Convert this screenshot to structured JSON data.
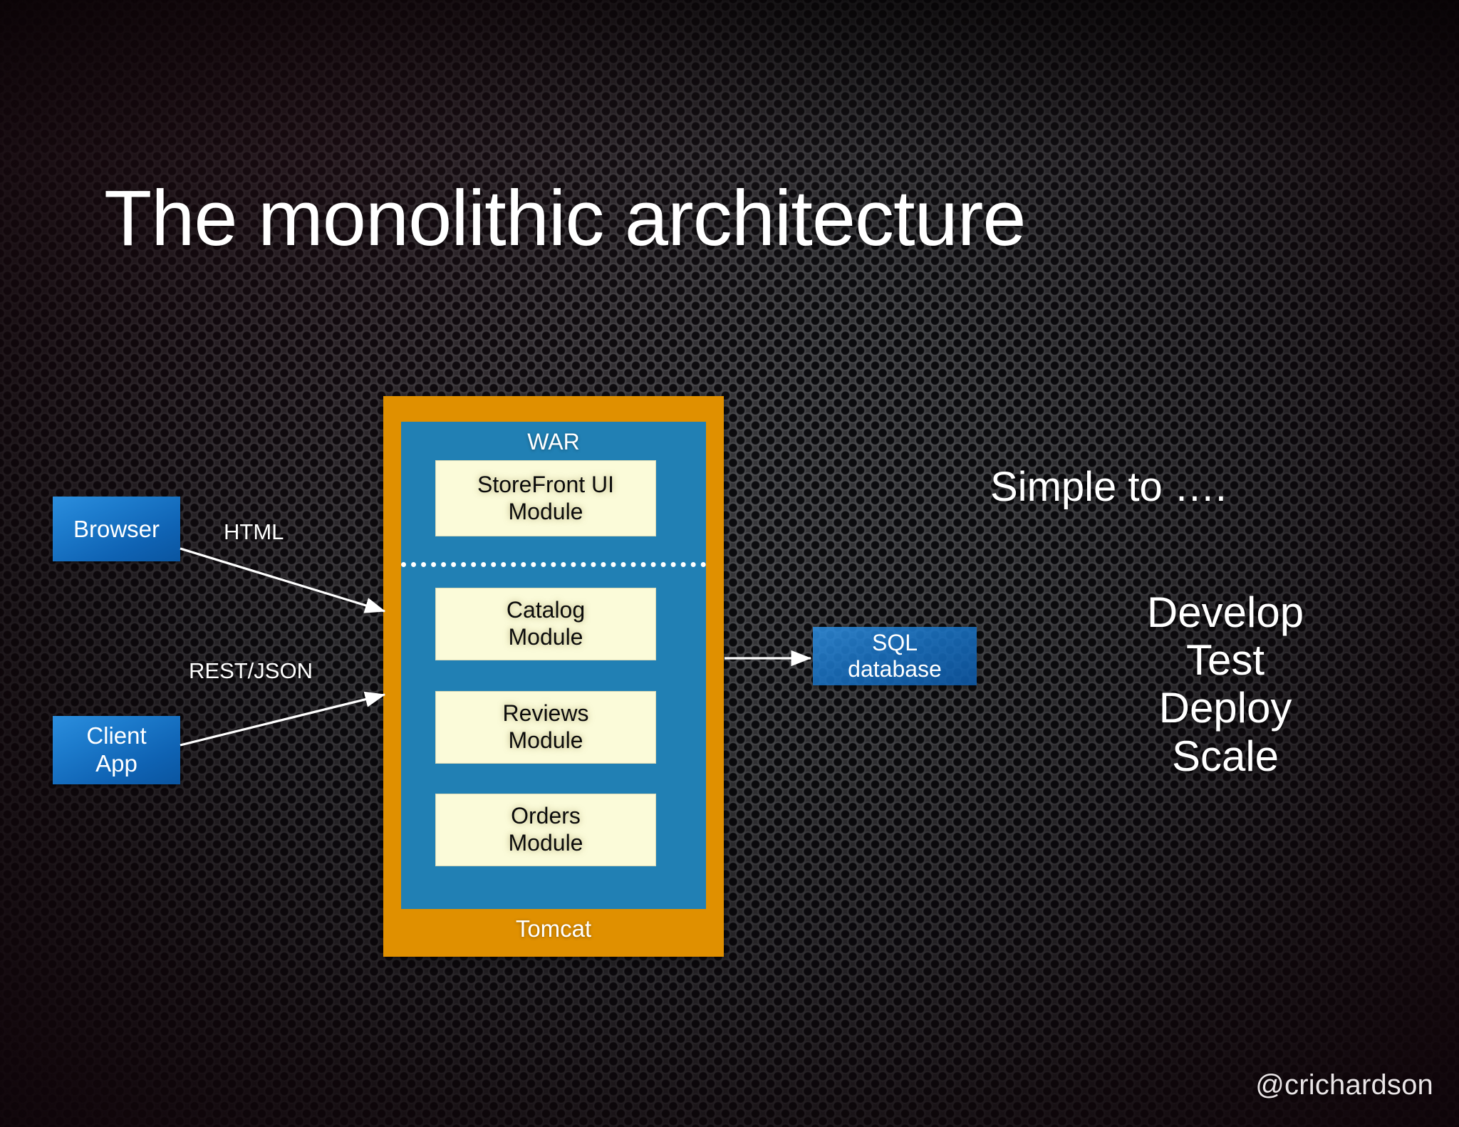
{
  "slide": {
    "title": "The monolithic architecture",
    "attribution": "@crichardson"
  },
  "diagram": {
    "clients": [
      {
        "name": "browser",
        "label": "Browser"
      },
      {
        "name": "client-app",
        "label": "Client\nApp",
        "line1": "Client",
        "line2": "App"
      }
    ],
    "connector_labels": {
      "html": "HTML",
      "rest_json": "REST/JSON"
    },
    "monolith": {
      "container_label": "Tomcat",
      "war_label": "WAR",
      "modules": [
        {
          "name": "storefront-ui",
          "line1": "StoreFront UI",
          "line2": "Module"
        },
        {
          "name": "catalog",
          "line1": "Catalog",
          "line2": "Module"
        },
        {
          "name": "reviews",
          "line1": "Reviews",
          "line2": "Module"
        },
        {
          "name": "orders",
          "line1": "Orders",
          "line2": "Module"
        }
      ]
    },
    "datastore": {
      "name": "sql-database",
      "line1": "SQL",
      "line2": "database"
    }
  },
  "benefits": {
    "heading": "Simple to ….",
    "items": [
      {
        "label": "Develop"
      },
      {
        "label": "Test"
      },
      {
        "label": "Deploy"
      },
      {
        "label": "Scale"
      }
    ]
  },
  "colors": {
    "tomcat_orange": "#e09000",
    "war_blue": "#2180b4",
    "module_cream": "#fbfbd9",
    "client_blue": "#1d7ccd",
    "text_white": "#ffffff",
    "background_dark": "#1b1b1d"
  }
}
